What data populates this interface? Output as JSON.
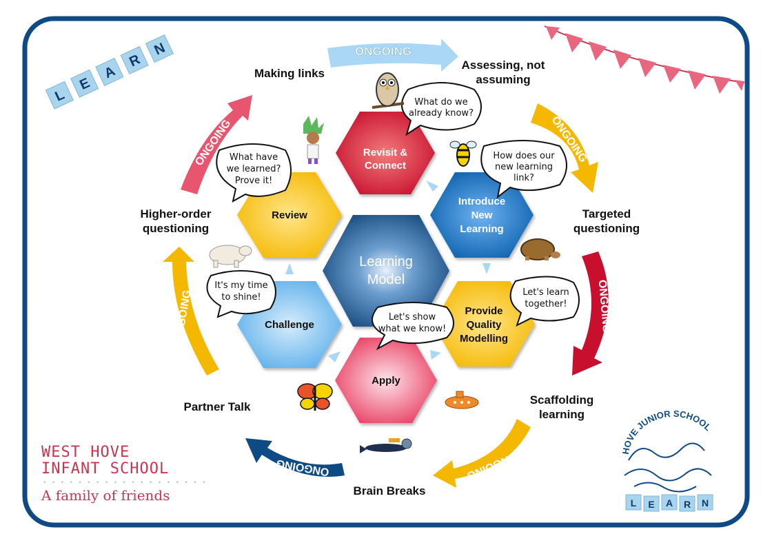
{
  "diagram": {
    "center_title": "Learning Model",
    "hexagons": {
      "revisit": "Revisit & Connect",
      "introduce": "Introduce New Learning",
      "modelling": "Provide Quality Modelling",
      "apply": "Apply",
      "challenge": "Challenge",
      "review": "Review"
    },
    "speech": {
      "owl": "What do we already know?",
      "bee": "How does our new learning link?",
      "tortoise": "Let's learn together!",
      "apply": "Let's show what we know!",
      "bear": "It's my time to shine!",
      "scientist": "What have we learned? Prove it!"
    },
    "outer_labels": {
      "making_links": "Making links",
      "assessing": "Assessing, not assuming",
      "targeted": "Targeted questioning",
      "scaffolding": "Scaffolding learning",
      "brain_breaks": "Brain Breaks",
      "partner_talk": "Partner Talk",
      "higher_order": "Higher-order questioning"
    },
    "arrow_text": "ONGOING"
  },
  "learn_tiles": [
    "L",
    "E",
    "A",
    "R",
    "N"
  ],
  "school_left": {
    "line1": "WEST HOVE",
    "line2": "INFANT SCHOOL",
    "tagline": "A family of friends"
  },
  "school_right": {
    "name": "HOVE JUNIOR SCHOOL",
    "tiles": [
      "L",
      "E",
      "A",
      "R",
      "N"
    ]
  },
  "colors": {
    "border": "#0d4a86",
    "revisit": "#c8102e",
    "introduce": "#0b5fad",
    "modelling": "#f5b800",
    "apply": "#e83a5d",
    "challenge": "#5aaeea",
    "review": "#f5b800",
    "center": "#12467a"
  }
}
